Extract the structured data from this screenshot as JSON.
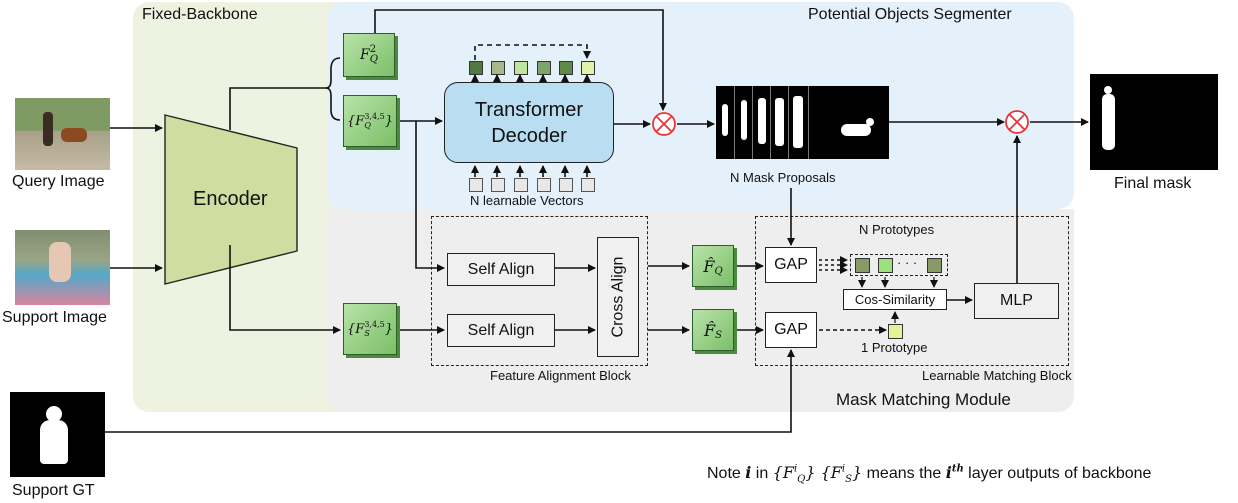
{
  "regions": {
    "fixed_backbone": "Fixed-Backbone",
    "potential_objects_segmenter": "Potential Objects Segmenter",
    "mask_matching_module": "Mask Matching Module"
  },
  "inputs": {
    "query_image": "Query Image",
    "support_image": "Support Image",
    "support_gt": "Support GT"
  },
  "encoder": "Encoder",
  "features": {
    "fq2": "F",
    "fq2_sup": "2",
    "fq2_sub": "Q",
    "fq345": "{F",
    "fq345_sup": "3,4,5",
    "fq345_sub": "Q",
    "fs345": "{F",
    "fs345_sup": "3,4,5",
    "fs345_sub": "S",
    "brace_close": "}",
    "fq_hat": "F̂",
    "fq_hat_sub": "Q",
    "fs_hat": "F̂",
    "fs_hat_sub": "S"
  },
  "transformer_decoder": "Transformer Decoder",
  "n_learnable_vectors": "N learnable Vectors",
  "n_mask_proposals": "N Mask Proposals",
  "final_mask": "Final mask",
  "feature_alignment_block": {
    "title": "Feature Alignment Block",
    "self_align_1": "Self Align",
    "self_align_2": "Self Align",
    "cross_align": "Cross Align"
  },
  "learnable_matching_block": {
    "title": "Learnable Matching Block",
    "gap_1": "GAP",
    "gap_2": "GAP",
    "n_prototypes": "N Prototypes",
    "cos_similarity": "Cos-Similarity",
    "one_prototype": "1 Prototype",
    "mlp": "MLP",
    "ellipsis": "· · ·"
  },
  "note": {
    "prefix": "Note ",
    "i1": "i",
    "in": " in ",
    "fq": "{F",
    "fq_sup": "i",
    "fq_sub": "Q",
    "fs": "} {F",
    "fs_sup": "i",
    "fs_sub": "S",
    "close": "}",
    "means": " means the ",
    "ith": "i",
    "ith_sup": "th",
    "suffix": " layer outputs of backbone"
  },
  "colors": {
    "backbone_bg": "#eef2e0",
    "segmenter_bg": "#e4f1fb",
    "matching_bg": "#eeeeee",
    "encoder_fill": "#cfdea0",
    "decoder_fill": "#b9ddf1",
    "feature_green": "#8fcf7a",
    "multiply_red": "#e8343a"
  }
}
